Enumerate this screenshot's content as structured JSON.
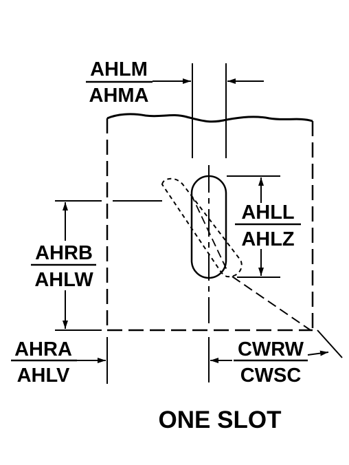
{
  "labels": {
    "top_num": "AHLM",
    "top_den": "AHMA",
    "slot_len_num": "AHLL",
    "slot_len_den": "AHLZ",
    "left_height_num": "AHRB",
    "left_height_den": "AHLW",
    "bottom_left_num": "AHRA",
    "bottom_left_den": "AHLV",
    "bottom_right_num": "CWRW",
    "bottom_right_den": "CWSC"
  },
  "caption": "ONE SLOT",
  "colors": {
    "ink": "#000000",
    "paper": "#ffffff"
  }
}
